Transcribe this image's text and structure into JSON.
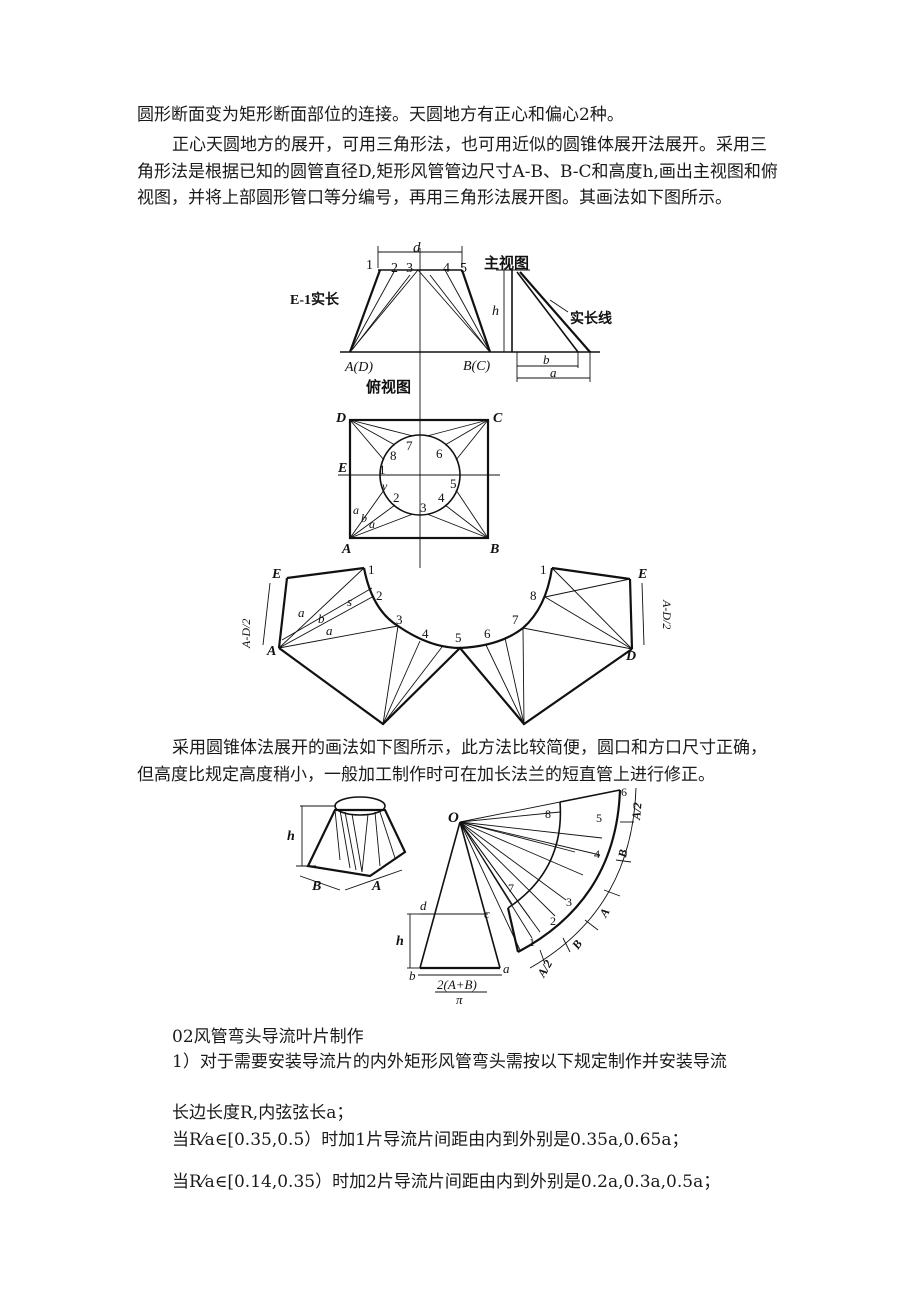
{
  "text": {
    "line1": "圆形断面变为矩形断面部位的连接。天圆地方有正心和偏心2种。",
    "line2": "正心天圆地方的展开，可用三角形法，也可用近似的圆锥体展开法展开。采用三",
    "line3": "角形法是根据已知的圆管直径D,矩形风管管边尺寸A-B、B-C和高度h,画出主视图和俯",
    "line4": "视图，并将上部圆形管口等分编号，再用三角形法展开图。其画法如下图所示。",
    "line5": "采用圆锥体法展开的画法如下图所示，此方法比较简便，圆口和方口尺寸正确，",
    "line6": "但高度比规定高度稍小，一般加工制作时可在加长法兰的短直管上进行修正。",
    "line7": "02风管弯头导流叶片制作",
    "line8": "1）对于需要安装导流片的内外矩形风管弯头需按以下规定制作并安装导流",
    "line9": "长边长度R,内弦弦长a；",
    "line10": "当R⁄a∈[0.35,0.5）时加1片导流片间距由内到外别是0.35a,0.65a；",
    "line11": "当R⁄a∈[0.14,0.35）时加2片导流片间距由内到外别是0.2a,0.3a,0.5a；"
  },
  "figure1": {
    "front_view": {
      "title": "主视图",
      "label_d": "d",
      "label_h": "h",
      "label_e1": "E-1实长",
      "label_true_line": "实长线",
      "label_b": "b",
      "label_a": "a",
      "corner_left": "A(D)",
      "corner_right": "B(C)",
      "points": [
        "1",
        "2",
        "3",
        "4",
        "5"
      ]
    },
    "top_view": {
      "title": "俯视图",
      "corners": [
        "D",
        "C",
        "A",
        "B"
      ],
      "label_e": "E",
      "circle_points": [
        "1",
        "2",
        "3",
        "4",
        "5",
        "6",
        "7",
        "8"
      ],
      "labels_small": [
        "a",
        "b",
        "a",
        "v"
      ]
    },
    "development": {
      "left_e": "E",
      "right_e": "E",
      "left_a": "A",
      "right_d": "D",
      "side_left": "A-D/2",
      "side_right": "A-D/2",
      "points_left": [
        "1",
        "2",
        "3",
        "4",
        "5"
      ],
      "points_right": [
        "1",
        "8",
        "7",
        "6"
      ],
      "mid_labels": [
        "a",
        "s",
        "b",
        "a"
      ]
    }
  },
  "figure2": {
    "small": {
      "label_h": "h",
      "label_b": "B",
      "label_a": "A"
    },
    "cone": {
      "label_d": "d",
      "label_c": "c",
      "label_b": "b",
      "label_a": "a",
      "label_h": "h",
      "formula": "2(A+B)",
      "denominator": "π"
    },
    "fan": {
      "apex": "O",
      "ticks": [
        "1",
        "2",
        "3",
        "4",
        "5",
        "6",
        "7",
        "8"
      ],
      "dims": [
        "A/2",
        "B",
        "A",
        "B",
        "A/2"
      ]
    }
  }
}
